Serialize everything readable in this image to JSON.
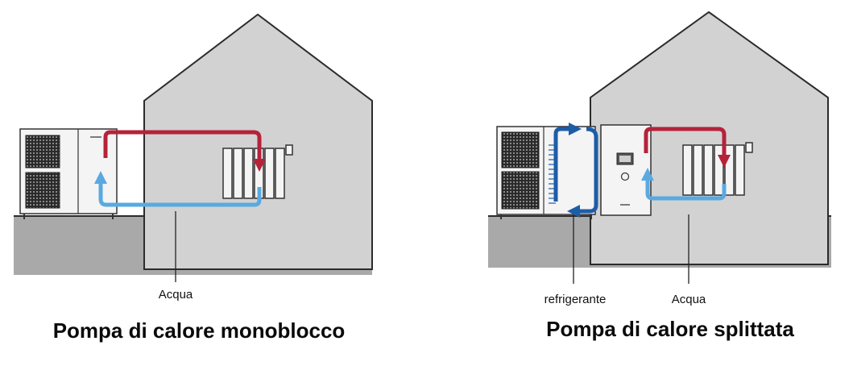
{
  "panels": [
    {
      "caption": "Pompa di calore monoblocco",
      "callouts": [
        "Acqua"
      ]
    },
    {
      "caption": "Pompa di calore splittata",
      "callouts": [
        "refrigerante",
        "Acqua"
      ]
    }
  ],
  "colors": {
    "house_fill": "#d2d2d2",
    "ground_fill": "#a9a9a9",
    "outline": "#2b2b2b",
    "hot_water": "#b5223a",
    "cold_water": "#5aa9e0",
    "refrigerant": "#1d5da8"
  }
}
